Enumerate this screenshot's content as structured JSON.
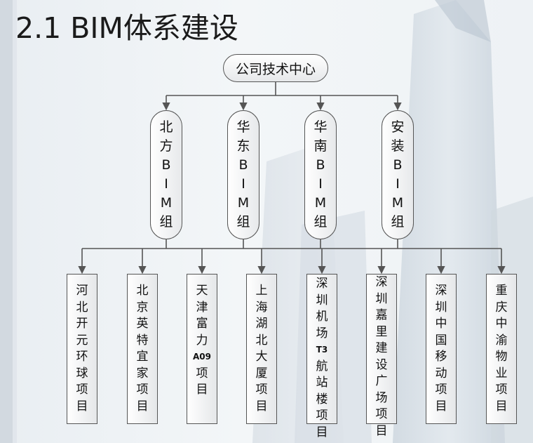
{
  "slide": {
    "title": "2.1 BIM体系建设",
    "colors": {
      "line": "#555555",
      "text": "#111111",
      "background": "#eef2f5"
    }
  },
  "org": {
    "root": "公司技术中心",
    "groups": [
      {
        "chars": [
          "北",
          "方",
          "B",
          "I",
          "M",
          "组"
        ]
      },
      {
        "chars": [
          "华",
          "东",
          "B",
          "I",
          "M",
          "组"
        ]
      },
      {
        "chars": [
          "华",
          "南",
          "B",
          "I",
          "M",
          "组"
        ]
      },
      {
        "chars": [
          "安",
          "装",
          "B",
          "I",
          "M",
          "组"
        ]
      }
    ],
    "projects": [
      {
        "chars": [
          "河",
          "北",
          "开",
          "元",
          "环",
          "球",
          "项",
          "目"
        ]
      },
      {
        "chars": [
          "北",
          "京",
          "英",
          "特",
          "宜",
          "家",
          "项",
          "目"
        ]
      },
      {
        "chars": [
          "天",
          "津",
          "富",
          "力",
          "A09",
          "项",
          "目"
        ]
      },
      {
        "chars": [
          "上",
          "海",
          "湖",
          "北",
          "大",
          "厦",
          "项",
          "目"
        ]
      },
      {
        "chars": [
          "深",
          "圳",
          "机",
          "场",
          "T3",
          "航",
          "站",
          "楼",
          "项",
          "目"
        ]
      },
      {
        "chars": [
          "深",
          "圳",
          "嘉",
          "里",
          "建",
          "设",
          "广",
          "场",
          "项",
          "目"
        ]
      },
      {
        "chars": [
          "深",
          "圳",
          "中",
          "国",
          "移",
          "动",
          "项",
          "目"
        ]
      },
      {
        "chars": [
          "重",
          "庆",
          "中",
          "渝",
          "物",
          "业",
          "项",
          "目"
        ]
      }
    ]
  }
}
